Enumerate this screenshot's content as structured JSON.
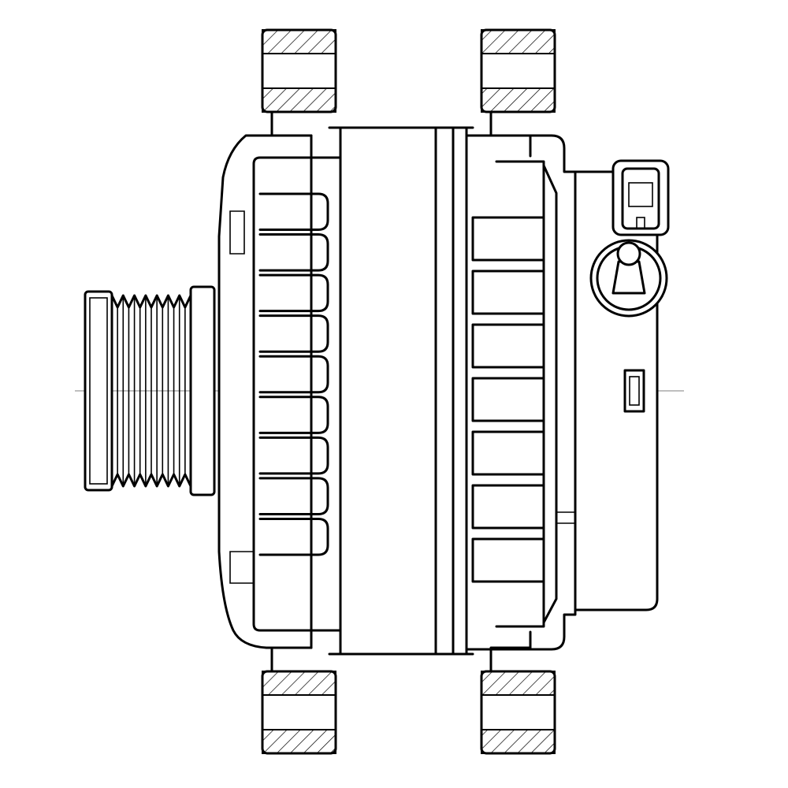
{
  "drawing": {
    "subject": "",
    "style": "line-art",
    "line_color": "#000000",
    "background": "#ffffff"
  },
  "components": {
    "pulley_grooves": 7,
    "front_fins": 9,
    "rear_windows": 7,
    "mount_ears": 4
  }
}
